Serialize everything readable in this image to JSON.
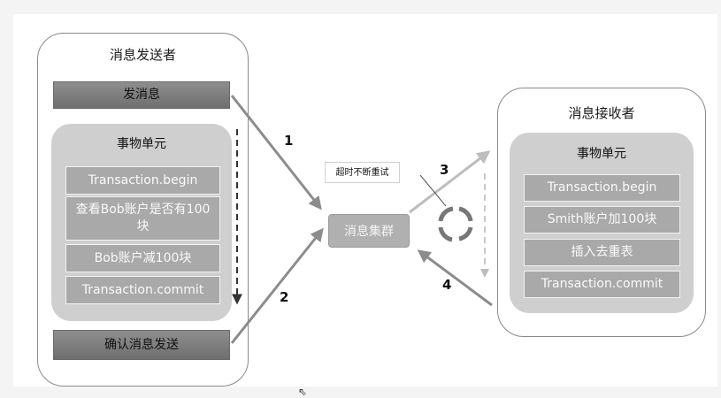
{
  "sender": {
    "title": "消息发送者",
    "send_button": "发消息",
    "unit": {
      "title": "事物单元",
      "steps": [
        "Transaction.begin",
        "查看Bob账户是否有100块",
        "Bob账户减100块",
        "Transaction.commit"
      ]
    },
    "confirm_button": "确认消息发送"
  },
  "receiver": {
    "title": "消息接收者",
    "unit": {
      "title": "事物单元",
      "steps": [
        "Transaction.begin",
        "Smith账户加100块",
        "插入去重表",
        "Transaction.commit"
      ]
    }
  },
  "cluster": {
    "label": "消息集群"
  },
  "retry": {
    "label": "超时不断重试"
  },
  "arrows": [
    "1",
    "2",
    "3",
    "4"
  ],
  "colors": {
    "bar": "#7a7a7a",
    "step": "#a9a9a9",
    "unit": "#cfcfcf",
    "arrow": "#8c8c8c"
  },
  "icons": [
    "refresh-cycle-icon",
    "mouse-cursor-icon"
  ]
}
